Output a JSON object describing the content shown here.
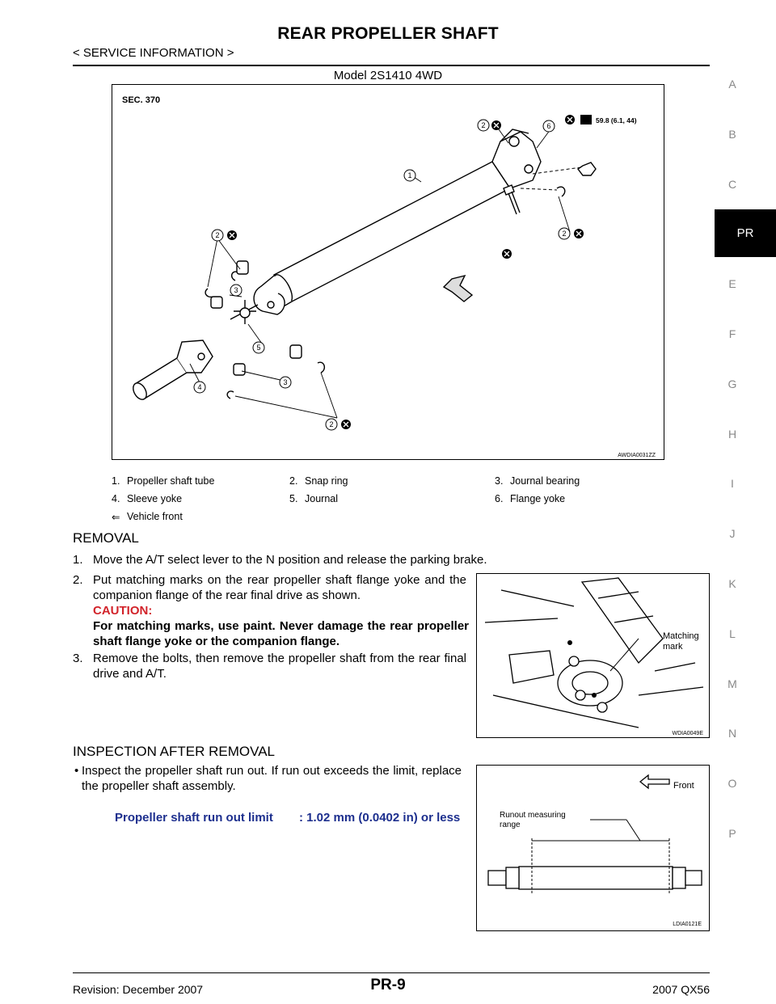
{
  "header": {
    "title": "REAR PROPELLER SHAFT",
    "subtitle": "< SERVICE INFORMATION >",
    "model": "Model 2S1410 4WD"
  },
  "side_index": [
    "A",
    "B",
    "C",
    "PR",
    "E",
    "F",
    "G",
    "H",
    "I",
    "J",
    "K",
    "L",
    "M",
    "N",
    "O",
    "P"
  ],
  "side_index_active": "PR",
  "figure1": {
    "section_label": "SEC. 370",
    "torque_label": "59.8 (6.1, 44)",
    "callouts": [
      "1",
      "2",
      "3",
      "4",
      "5",
      "6"
    ],
    "figure_id": "AWDIA0031ZZ"
  },
  "legend": [
    [
      "1.",
      "Propeller shaft tube"
    ],
    [
      "2.",
      "Snap ring"
    ],
    [
      "3.",
      "Journal bearing"
    ],
    [
      "4.",
      "Sleeve yoke"
    ],
    [
      "5.",
      "Journal"
    ],
    [
      "6.",
      "Flange yoke"
    ],
    [
      "⇐",
      "Vehicle front"
    ]
  ],
  "removal": {
    "heading": "REMOVAL",
    "step1_num": "1.",
    "step1": "Move the A/T select lever to the N position and release the parking brake.",
    "step2_num": "2.",
    "step2": "Put matching marks on the rear propeller shaft flange yoke and the companion flange of the rear final drive as shown.",
    "caution_heading": "CAUTION:",
    "caution_text": "For matching marks, use paint. Never damage the rear propeller shaft flange yoke or the companion flange.",
    "step3_num": "3.",
    "step3": "Remove the bolts, then remove the propeller shaft from the rear final drive and A/T."
  },
  "figure2": {
    "label": "Matching mark",
    "label_line1": "Matching",
    "label_line2": "mark",
    "figure_id": "WDIA0049E"
  },
  "inspection": {
    "heading": "INSPECTION AFTER REMOVAL",
    "bullet": "•",
    "text": "Inspect the propeller shaft run out. If run out exceeds the limit, replace the propeller shaft assembly.",
    "spec_label": "Propeller shaft run out limit",
    "spec_value": ": 1.02 mm (0.0402 in) or less"
  },
  "figure3": {
    "front_label": "Front",
    "range_line1": "Runout measuring",
    "range_line2": "range",
    "figure_id": "LDIA0121E"
  },
  "footer": {
    "revision": "Revision: December 2007",
    "page": "PR-9",
    "model_year": "2007 QX56"
  }
}
